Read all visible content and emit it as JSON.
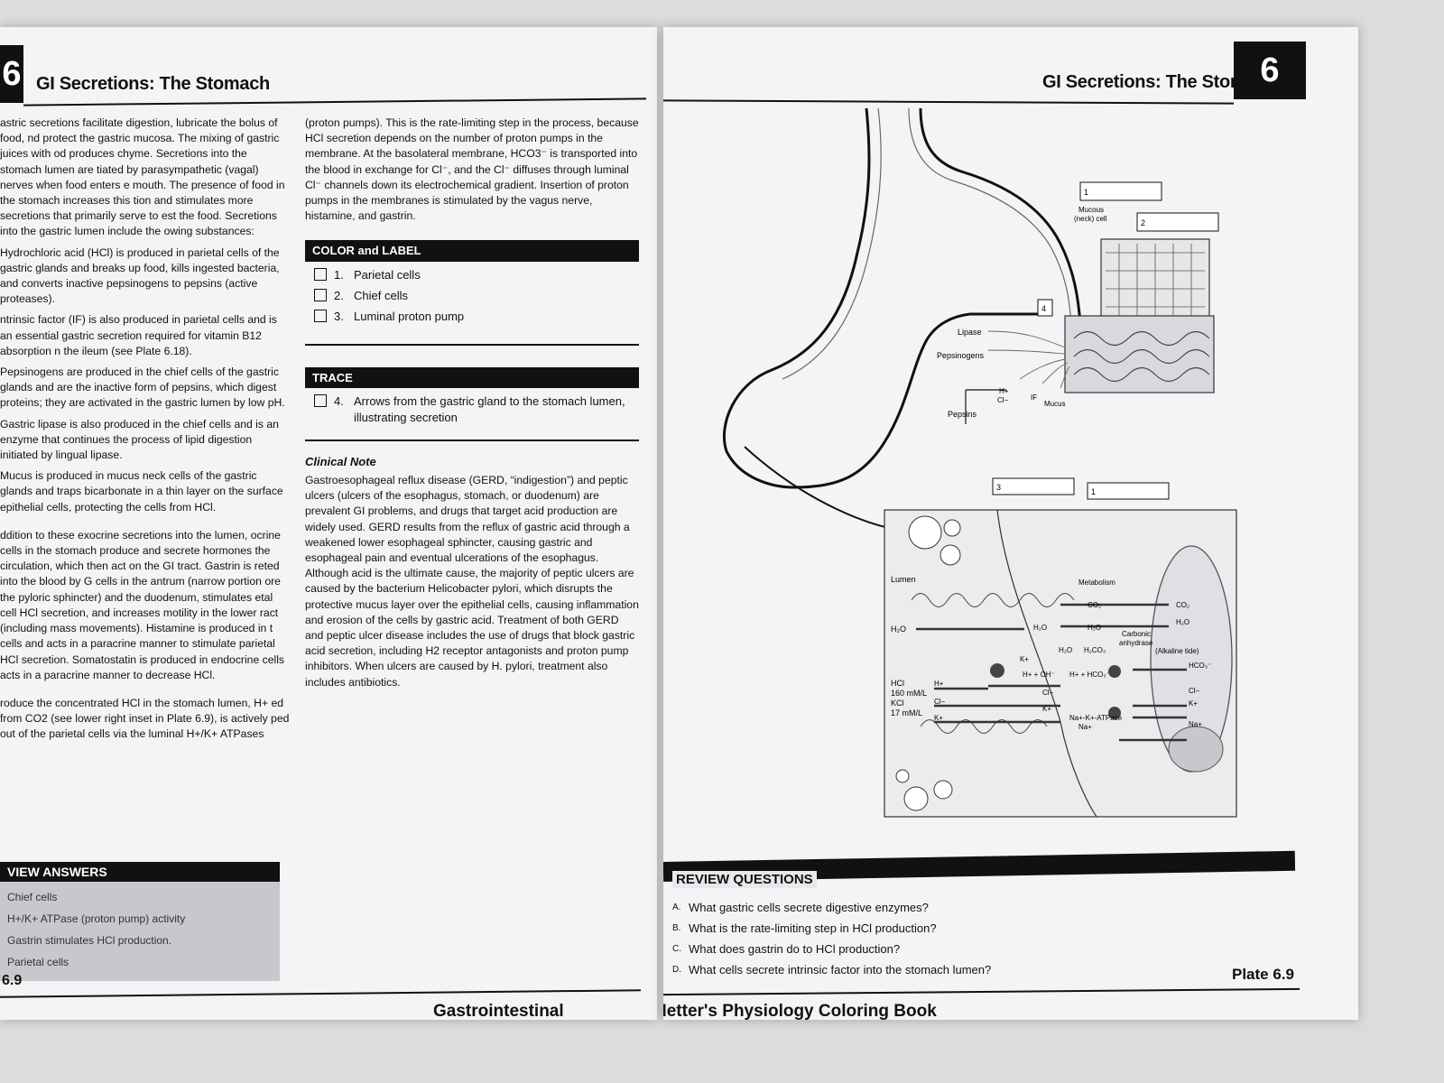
{
  "left_page": {
    "chapter_number": "6",
    "header_title": "GI Secretions: The Stomach",
    "col1": {
      "intro": "astric secretions facilitate digestion, lubricate the bolus of food, nd protect the gastric mucosa. The mixing of gastric juices with od produces chyme. Secretions into the stomach lumen are tiated by parasympathetic (vagal) nerves when food enters e mouth. The presence of food in the stomach increases this tion and stimulates more secretions that primarily serve to est the food. Secretions into the gastric lumen include the owing substances:",
      "items": [
        "Hydrochloric acid (HCl) is produced in parietal cells of the gastric glands and breaks up food, kills ingested bacteria, and converts inactive pepsinogens to pepsins (active proteases).",
        "ntrinsic factor (IF) is also produced in parietal cells and is an essential gastric secretion required for vitamin B12 absorption n the ileum (see Plate 6.18).",
        "Pepsinogens are produced in the chief cells of the gastric glands and are the inactive form of pepsins, which digest proteins; they are activated in the gastric lumen by low pH.",
        "Gastric lipase is also produced in the chief cells and is an enzyme that continues the process of lipid digestion initiated by lingual lipase.",
        "Mucus is produced in mucus neck cells of the gastric glands and traps bicarbonate in a thin layer on the surface epithelial cells, protecting the cells from HCl."
      ],
      "para2": "ddition to these exocrine secretions into the lumen, ocrine cells in the stomach produce and secrete hormones the circulation, which then act on the GI tract. Gastrin is reted into the blood by G cells in the antrum (narrow portion ore the pyloric sphincter) and the duodenum, stimulates etal cell HCl secretion, and increases motility in the lower ract (including mass movements). Histamine is produced in t cells and acts in a paracrine manner to stimulate parietal HCl secretion. Somatostatin is produced in endocrine cells acts in a paracrine manner to decrease HCl.",
      "para3": "roduce the concentrated HCl in the stomach lumen, H+ ed from CO2 (see lower right inset in Plate 6.9), is actively ped out of the parietal cells via the luminal H+/K+ ATPases"
    },
    "col2": {
      "top": "(proton pumps). This is the rate-limiting step in the process, because HCl secretion depends on the number of proton pumps in the membrane. At the basolateral membrane, HCO3⁻ is transported into the blood in exchange for Cl⁻, and the Cl⁻ diffuses through luminal Cl⁻ channels down its electrochemical gradient. Insertion of proton pumps in the membranes is stimulated by the vagus nerve, histamine, and gastrin.",
      "color_label_head": "COLOR and LABEL",
      "color_label_items": [
        {
          "num": "1.",
          "text": "Parietal cells"
        },
        {
          "num": "2.",
          "text": "Chief cells"
        },
        {
          "num": "3.",
          "text": "Luminal proton pump"
        }
      ],
      "trace_head": "TRACE",
      "trace_item": {
        "num": "4.",
        "text": "Arrows from the gastric gland to the stomach lumen, illustrating secretion"
      },
      "clinical_title": "Clinical Note",
      "clinical_text": "Gastroesophageal reflux disease (GERD, “indigestion”) and peptic ulcers (ulcers of the esophagus, stomach, or duodenum) are prevalent GI problems, and drugs that target acid production are widely used. GERD results from the reflux of gastric acid through a weakened lower esophageal sphincter, causing gastric and esophageal pain and eventual ulcerations of the esophagus. Although acid is the ultimate cause, the majority of peptic ulcers are caused by the bacterium Helicobacter pylori, which disrupts the protective mucus layer over the epithelial cells, causing inflammation and erosion of the cells by gastric acid. Treatment of both GERD and peptic ulcer disease includes the use of drugs that block gastric acid secretion, including H2 receptor antagonists and proton pump inhibitors. When ulcers are caused by H. pylori, treatment also includes antibiotics."
    },
    "review_answers": {
      "head": "VIEW ANSWERS",
      "items": [
        "Chief cells",
        "H+/K+ ATPase (proton pump) activity",
        "Gastrin stimulates HCl production.",
        "Parietal cells"
      ]
    },
    "footer_left": "6.9",
    "footer_title": "Gastrointestinal Physiology"
  },
  "right_page": {
    "header_title": "GI Secretions: The Stomach",
    "chapter_number": "6",
    "diagram": {
      "label_boxes": [
        "1",
        "2",
        "4",
        "3",
        "1"
      ],
      "labels": {
        "mucous": "Mucous",
        "neck_cell": "(neck) cell",
        "lipase": "Lipase",
        "pepsinogens": "Pepsinogens",
        "pepsins": "Pepsins",
        "h_plus": "H+",
        "cl_minus": "Cl−",
        "if": "IF",
        "mucus": "Mucus",
        "lumen": "Lumen",
        "metabolism": "Metabolism",
        "co2": "CO₂",
        "h2o": "H₂O",
        "carbonic": "Carbonic",
        "anhydrase": "anhydrase",
        "h2co3": "H₂CO₃",
        "alkaline_tide": "(Alkaline tide)",
        "hco3": "HCO₃⁻",
        "k_plus": "K+",
        "na_plus": "Na+",
        "oh_eq": "H+ + OH⁻",
        "hco3_eq": "H+ + HCO₃⁻",
        "nak_atpase": "Na+-K+-ATPase",
        "hcl": "HCl",
        "hcl_conc": "160 mM/L",
        "kcl": "KCl",
        "kcl_conc": "17 mM/L"
      }
    },
    "review_questions": {
      "head": "REVIEW QUESTIONS",
      "items": [
        {
          "letter": "A.",
          "text": "What gastric cells secrete digestive enzymes?"
        },
        {
          "letter": "B.",
          "text": "What is the rate-limiting step in HCl production?"
        },
        {
          "letter": "C.",
          "text": "What does gastrin do to HCl production?"
        },
        {
          "letter": "D.",
          "text": "What cells secrete intrinsic factor into the stomach lumen?"
        }
      ]
    },
    "footer_title": "Netter's Physiology Coloring Book",
    "footer_right": "Plate 6.9"
  }
}
